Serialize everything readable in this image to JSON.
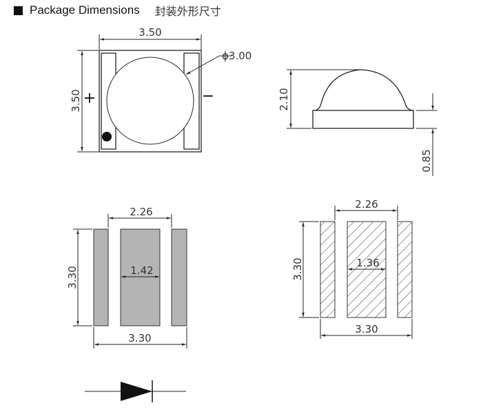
{
  "header": {
    "title": "Package Dimensions",
    "title_cn": "封装外形尺寸"
  },
  "top_view": {
    "width": "3.50",
    "height": "3.50",
    "lens_diameter": "ϕ3.00",
    "plus": "+",
    "minus": "−"
  },
  "side_view": {
    "total_height": "2.10",
    "base_height": "0.85"
  },
  "pad_layout": {
    "gap": "2.26",
    "center_width": "1.42",
    "height": "3.30",
    "width": "3.30",
    "fill": "#b4b4b4"
  },
  "recommended_pad": {
    "gap": "2.26",
    "center_width": "1.36",
    "height": "3.30",
    "width": "3.30"
  },
  "symbol": {
    "type": "diode"
  }
}
